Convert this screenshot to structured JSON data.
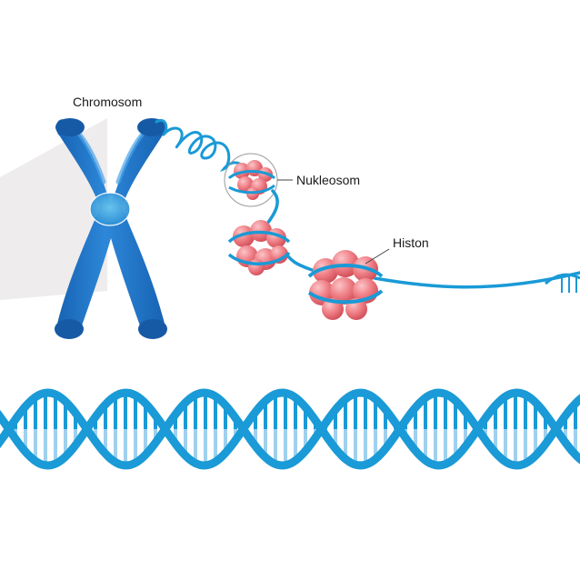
{
  "labels": {
    "chromosome": "Chromosom",
    "nucleosome": "Nukleosom",
    "histone": "Histon"
  },
  "colors": {
    "chromosome_blue": "#1f73c8",
    "chromosome_light": "#3d96e0",
    "dna_blue": "#1a9ad6",
    "rung_light": "#9fd0ef",
    "histone_pink": "#ef7f86",
    "histone_dark": "#d95962",
    "backdrop_grey": "#eeecec"
  }
}
